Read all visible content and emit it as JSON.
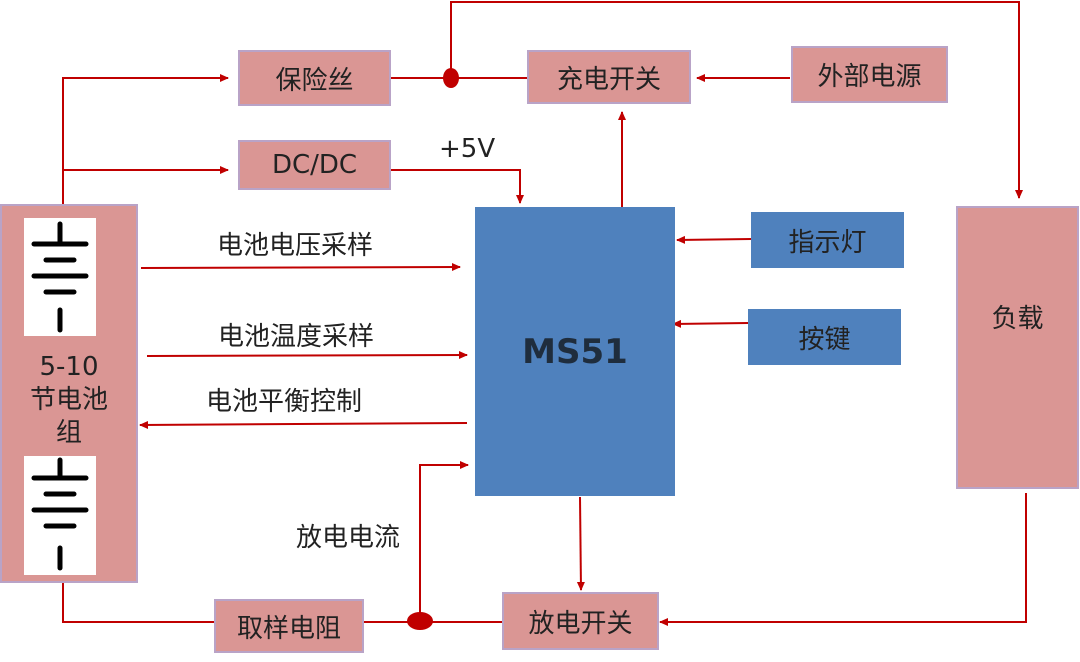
{
  "boxes": {
    "fuse": "保险丝",
    "charge_switch": "充电开关",
    "external_power": "外部电源",
    "dcdc": "DC/DC",
    "mcu": "MS51",
    "indicator": "指示灯",
    "button": "按键",
    "load": "负载",
    "battery_pack": "5-10\n节电池\n组",
    "sense_resistor": "取样电阻",
    "discharge_switch": "放电开关"
  },
  "labels": {
    "plus5v": "+5V",
    "voltage_sampling": "电池电压采样",
    "temperature_sampling": "电池温度采样",
    "balance_control": "电池平衡控制",
    "discharge_current": "放电电流"
  },
  "colors": {
    "wire": "#c00000",
    "box_pink": "#da9694",
    "box_blue": "#4f81bd"
  }
}
